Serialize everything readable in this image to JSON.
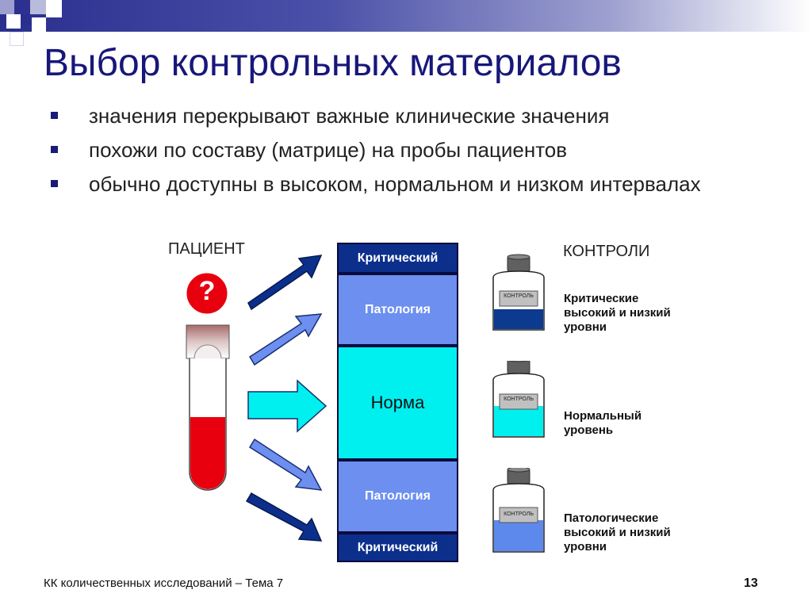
{
  "slide": {
    "title": "Выбор контрольных материалов",
    "bullets": [
      "значения перекрывают важные клинические значения",
      "похожи по составу (матрице) на пробы пациентов",
      "обычно доступны в высоком, нормальном и низком интервалах"
    ]
  },
  "diagram": {
    "patient_label": "ПАЦИЕНТ",
    "question_mark": "?",
    "controls_label": "КОНТРОЛИ",
    "ranges": [
      "Критический",
      "Патология",
      "Норма",
      "Патология",
      "Критический"
    ],
    "bottle_tag": "КОНТРОЛЬ",
    "controls": [
      {
        "line1": "Критические",
        "line2": "высокий и низкий",
        "line3": "уровни",
        "fill_color": "#0c3a8f"
      },
      {
        "line1": "Нормальный",
        "line2": "уровень",
        "line3": "",
        "fill_color": "#00f0f0"
      },
      {
        "line1": "Патологические",
        "line2": "высокий и низкий",
        "line3": "уровни",
        "fill_color": "#5d89ec"
      }
    ]
  },
  "footer": {
    "text": "КК количественных исследований – Тема 7",
    "page_number": "13"
  },
  "colors": {
    "title": "#17177a",
    "critical": "#0c2f8c",
    "pathology": "#6c8ff0",
    "norm": "#00f0f0",
    "blood": "#e8000e"
  }
}
